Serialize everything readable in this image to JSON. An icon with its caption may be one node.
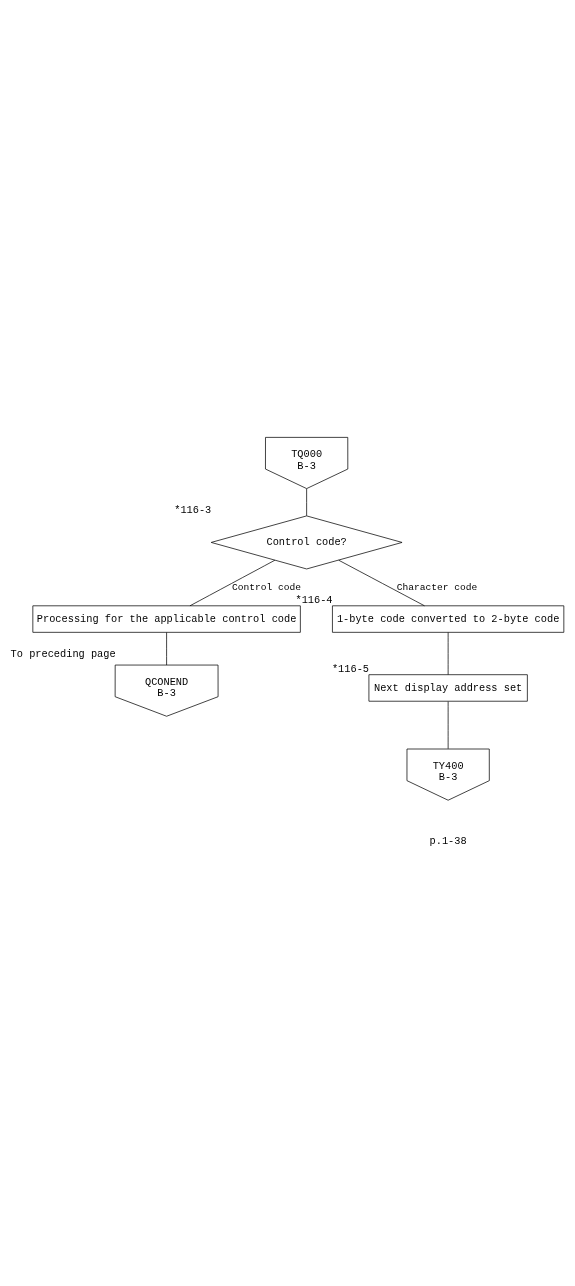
{
  "diagram": {
    "nodes": [
      {
        "text": [
          "TQ000",
          "B-3"
        ]
      },
      {
        "text": [
          "Control code?"
        ],
        "beside": [
          "*116-3"
        ]
      },
      {
        "text": [
          "Processing for the applicable control code"
        ]
      },
      {
        "text": [
          "QCONEND",
          "B-3"
        ],
        "beside": [
          "To preceding page"
        ]
      },
      {
        "text": [
          "1-byte code converted to 2-byte code"
        ],
        "beside": [
          "*116-4"
        ]
      },
      {
        "text": [
          "Next display address set"
        ],
        "beside": [
          "*116-5"
        ]
      },
      {
        "text": [
          "TY400",
          "B-3"
        ]
      }
    ],
    "edges": [
      {
        "from": 0,
        "to": 1,
        "arrow": "none"
      },
      {
        "from": 1,
        "to": 2,
        "arrow": "none",
        "label": "Control code"
      },
      {
        "from": 2,
        "to": 3,
        "arrow": "none"
      },
      {
        "from": 1,
        "to": 4,
        "arrow": "none",
        "label": "Character code"
      },
      {
        "from": 4,
        "to": 5,
        "arrow": "none"
      },
      {
        "from": 5,
        "to": 6,
        "arrow": "none"
      }
    ],
    "labels": [
      "p.1-38"
    ]
  }
}
